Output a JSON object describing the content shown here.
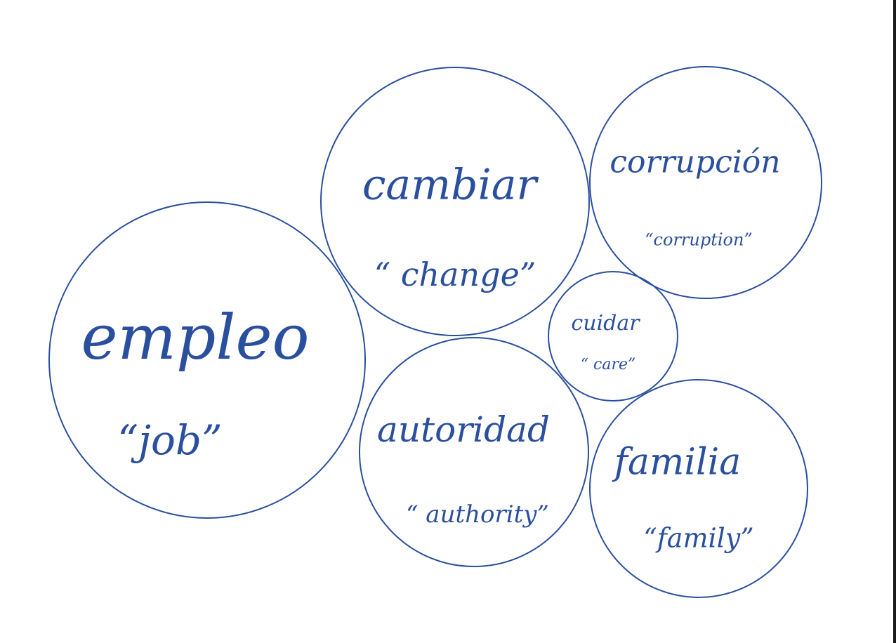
{
  "colors": {
    "ink": "#2a4f9e",
    "background": "#ffffff"
  },
  "bubbles": [
    {
      "word": "empleo",
      "translation": "“job”"
    },
    {
      "word": "cambiar",
      "translation": "“ change”"
    },
    {
      "word": "corrupción",
      "translation": "“corruption”"
    },
    {
      "word": "cuidar",
      "translation": "“ care”"
    },
    {
      "word": "autoridad",
      "translation": "“ authority”"
    },
    {
      "word": "familia",
      "translation": "“family”"
    }
  ]
}
